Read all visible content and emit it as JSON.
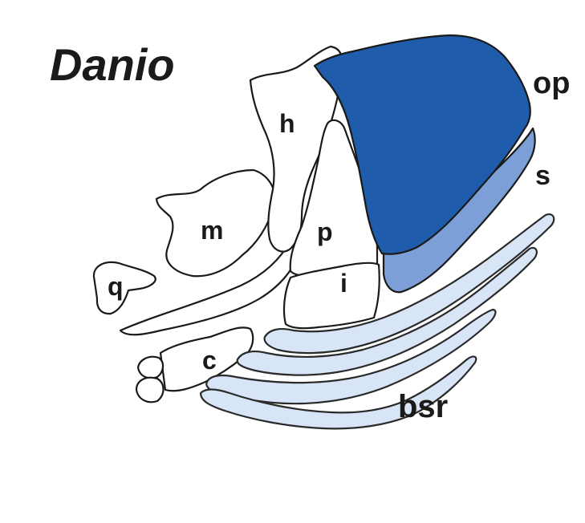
{
  "title": "Danio",
  "labels": {
    "op": "op",
    "s": "s",
    "h": "h",
    "m": "m",
    "p": "p",
    "q": "q",
    "i": "i",
    "c": "c",
    "bsr": "bsr"
  },
  "colors": {
    "opercle": "#1f5cab",
    "subopercle": "#7b9fd6",
    "branchiostegal_rays": "#d7e5f6",
    "bone_fill": "#ffffff",
    "outline": "#1a1a1a"
  }
}
